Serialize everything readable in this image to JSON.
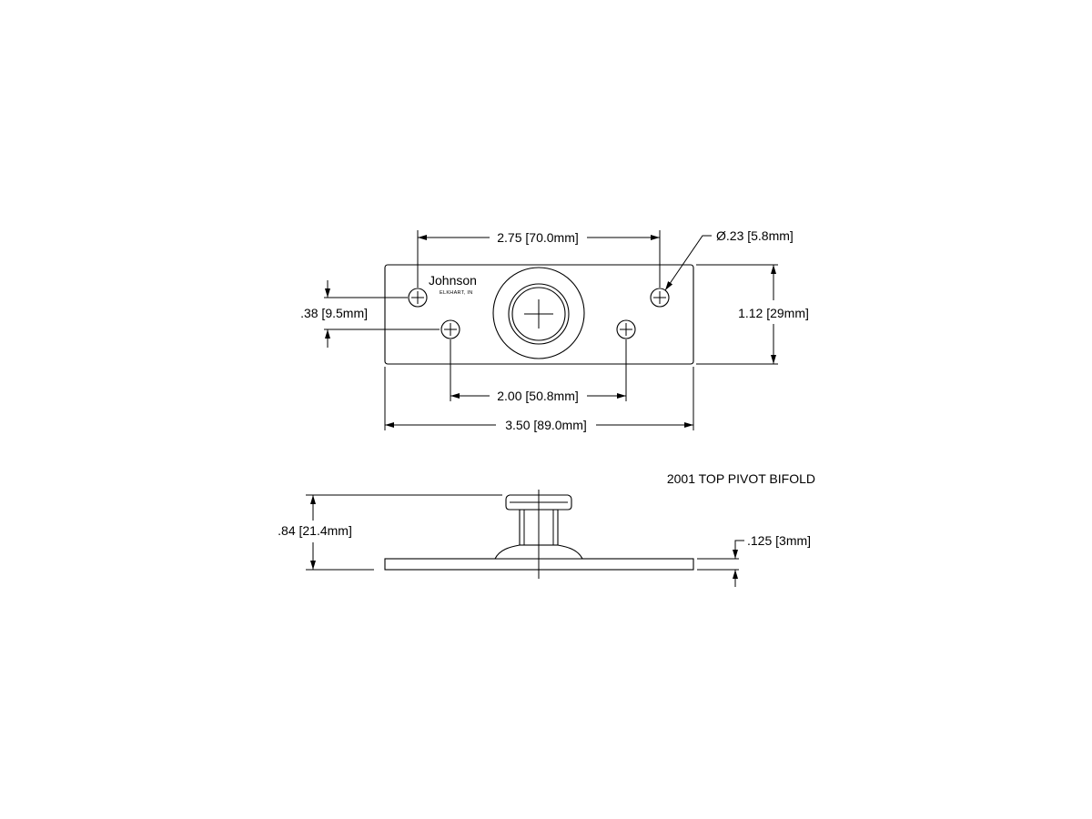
{
  "title": "2001 TOP PIVOT BIFOLD",
  "brand": {
    "name": "Johnson",
    "location": "ELKHART, IN"
  },
  "dimensions": {
    "upper_hole_spacing": "2.75 [70.0mm]",
    "hole_diameter": "Ø.23 [5.8mm]",
    "hole_offset": ".38 [9.5mm]",
    "plate_height": "1.12 [29mm]",
    "lower_hole_spacing": "2.00 [50.8mm]",
    "plate_length": "3.50 [89.0mm]",
    "overall_height": ".84 [21.4mm]",
    "plate_thickness": ".125 [3mm]"
  }
}
